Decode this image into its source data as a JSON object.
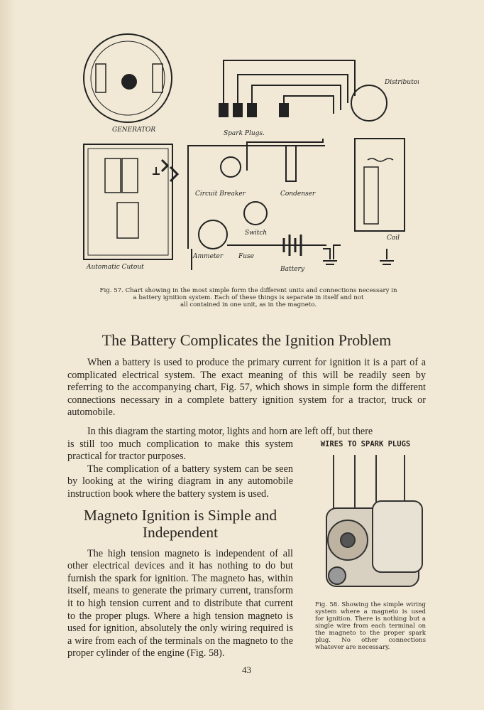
{
  "figure57": {
    "labels": {
      "generator": "GENERATOR",
      "spark_plugs": "Spark Plugs.",
      "distributor": "Distributor",
      "circuit_breaker": "Circuit Breaker",
      "condenser": "Condenser",
      "switch": "Switch",
      "coil": "Coil",
      "ammeter": "Ammeter",
      "fuse": "Fuse",
      "battery": "Battery",
      "cutout": "Automatic Cutout"
    },
    "caption_lines": [
      "Fig. 57.   Chart showing in the most simple form the different units and connections necessary in",
      "a battery ignition system.  Each of these things is separate in itself and not",
      "all contained in one unit, as in the magneto."
    ]
  },
  "heading1": "The Battery Complicates the Ignition Problem",
  "para1": "When a battery is used to produce the primary current for ignition it is a part of a complicated electrical system. The exact meaning of this will be readily seen by referring to the accompanying chart, Fig. 57, which shows in simple form the different connections necessary in a complete battery ignition system for a tractor, truck or automobile.",
  "para2a": "In this diagram the starting motor, lights and horn are left off, but there",
  "para2b": "is still too much complication to make this system practical for tractor purposes.",
  "para3": "The complication of a battery system can be seen by looking at the wiring diagram in any automobile instruction book where the battery system is used.",
  "heading2_line1": "Magneto Ignition is Simple and",
  "heading2_line2": "Independent",
  "para4": "The high tension magneto is independent of all other electrical devices and it has nothing to do but furnish the spark for ignition. The magneto has, within itself, means to generate the primary current, transform it to high tension current and to distribute that current to the proper plugs. Where a high tension magneto is used for ignition, absolutely the only wiring required is a wire from each of the terminals on the magneto to the proper cylinder of the engine (Fig. 58).",
  "figure58": {
    "label": "WIRES TO SPARK PLUGS",
    "caption": "Fig. 58.  Showing the simple wiring system where a magneto is used for ignition.  There is nothing but a single wire from each terminal on the magneto to the proper spark plug.  No other connections whatever are necessary."
  },
  "page_number": "43"
}
